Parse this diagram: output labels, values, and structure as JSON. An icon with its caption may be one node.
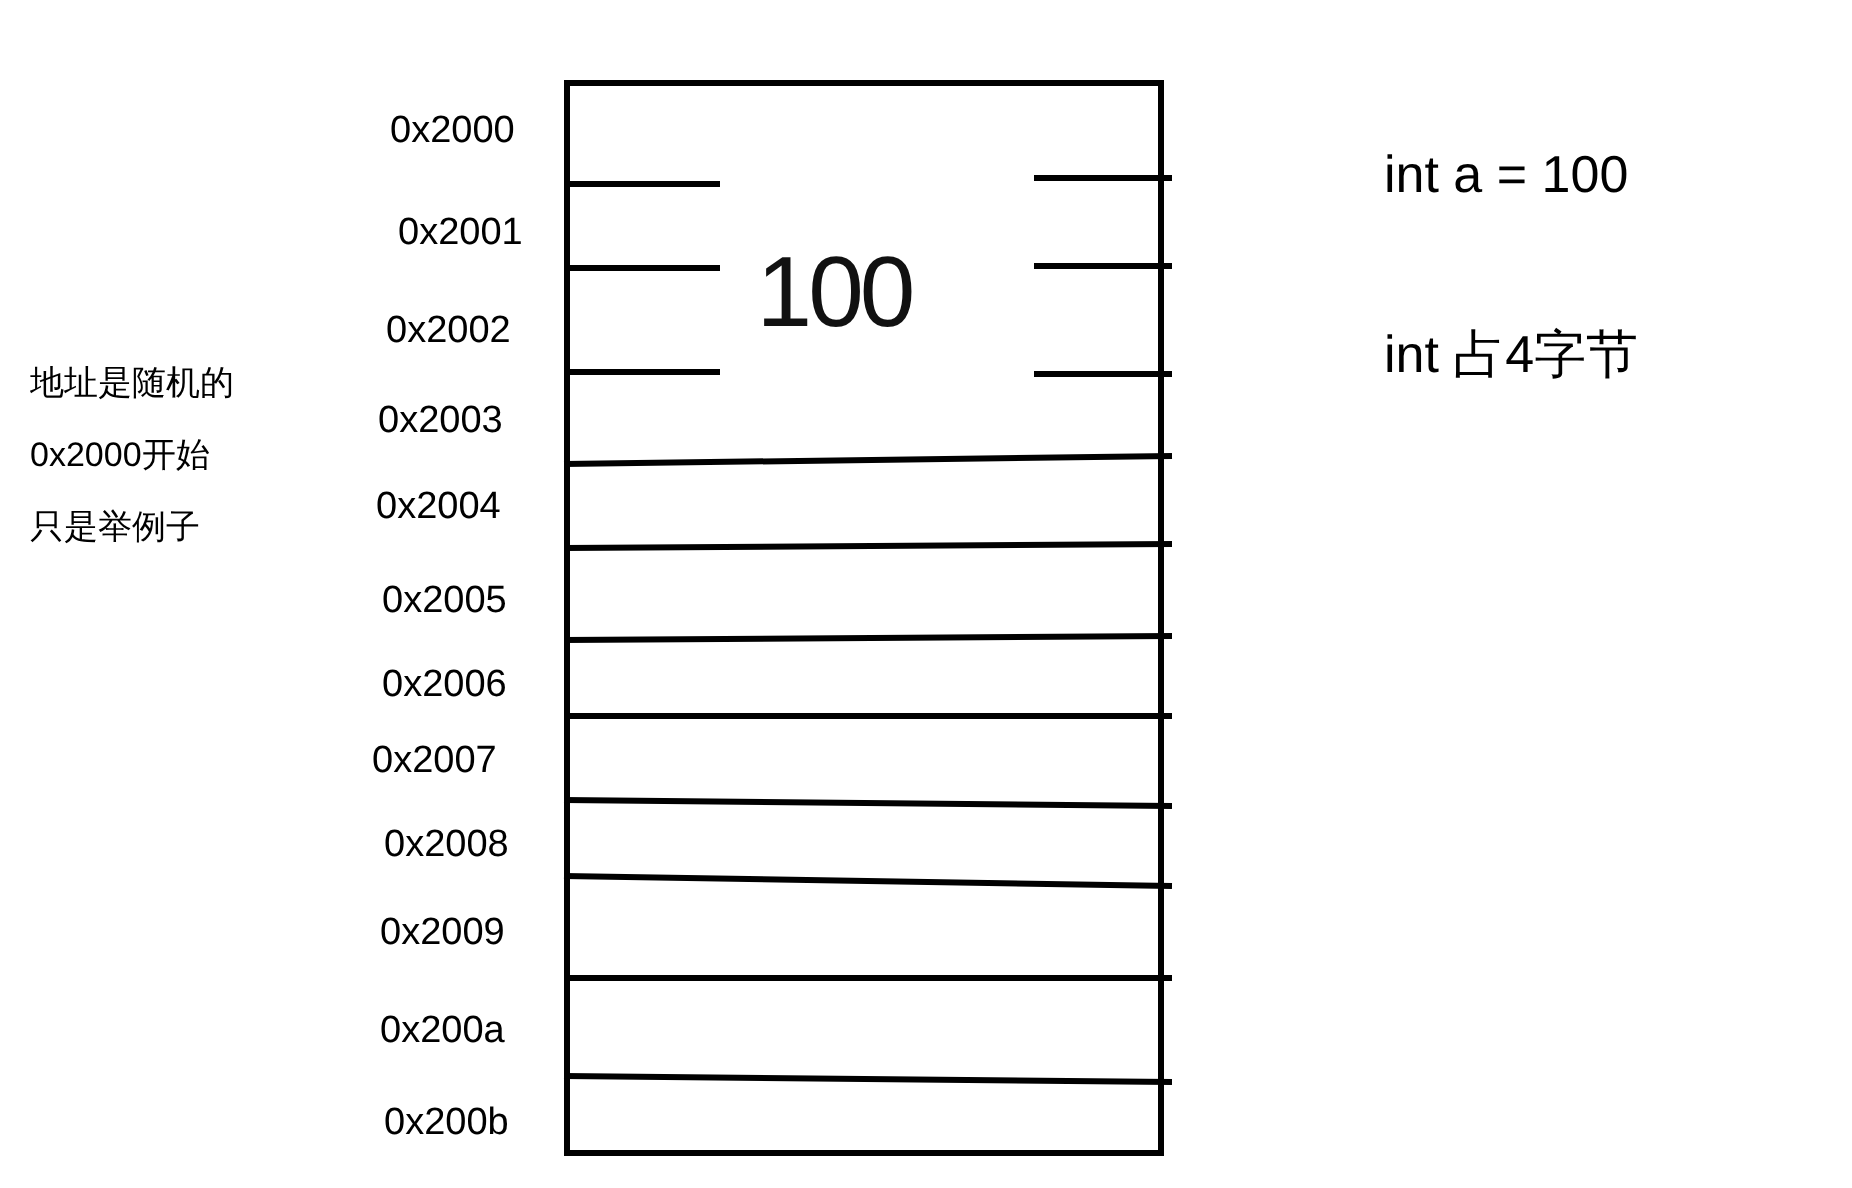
{
  "diagram": {
    "nodes": [
      {
        "text": [
          "100"
        ]
      }
    ],
    "labels": [
      "0x2000",
      "0x2001",
      "0x2002",
      "0x2003",
      "0x2004",
      "0x2005",
      "0x2006",
      "0x2007",
      "0x2008",
      "0x2009",
      "0x200a",
      "0x200b",
      "地址是随机的",
      "0x2000开始",
      "只是举例子",
      "int a = 100",
      "int 占4字节"
    ]
  }
}
